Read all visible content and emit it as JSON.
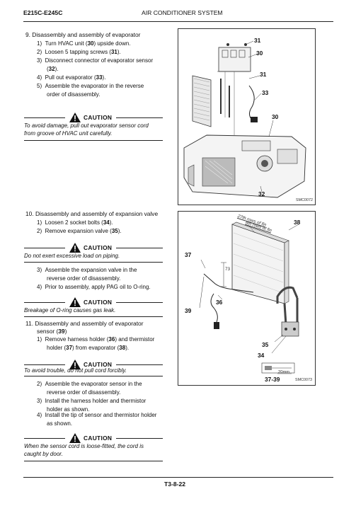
{
  "header": {
    "model": "E215C-E245C",
    "section": "AIR CONDITIONER SYSTEM"
  },
  "step9": {
    "title": "9.   Disassembly and assembly of evaporator",
    "subs": [
      [
        "1)",
        "Turn HVAC unit (",
        "30",
        ") upside down."
      ],
      [
        "2)",
        "Loosen 5 tapping screws (",
        "31",
        ")."
      ],
      [
        "3)",
        "Disconnect connector of evaporator sensor",
        "",
        ""
      ],
      [
        "4)",
        "Pull out evaporator (",
        "33",
        ")."
      ],
      [
        "5)",
        "Assemble the evaporator in the reverse",
        "",
        ""
      ]
    ],
    "sub3_cont": [
      "(",
      "32",
      ")."
    ],
    "sub5_cont": "order of disassembly.",
    "caution_label": "CAUTION",
    "caution_text": [
      "To avoid damage, pull out evaporator sensor cord",
      "from groove of HVAC unit carefully."
    ]
  },
  "step10": {
    "title": "10.  Disassembly and assembly of expansion valve",
    "sub1": [
      "1)",
      "Loosen 2 socket bolts (",
      "34",
      ")."
    ],
    "sub2": [
      "2)",
      "Remove expansion valve (",
      "35",
      ")."
    ],
    "caution1_label": "CAUTION",
    "caution1_text": "Do not exert excessive load on piping.",
    "sub3": [
      "3)",
      "Assemble the expansion valve in the",
      "reverse order of disassembly."
    ],
    "sub4": [
      "4)",
      "Prior to assembly, apply PAG oil to O-ring."
    ],
    "caution2_label": "CAUTION",
    "caution2_text": "Breakage of O-ring causes gas leak."
  },
  "step11": {
    "title": [
      "11.  Disassembly and assembly of evaporator",
      "sensor (",
      "39",
      ")"
    ],
    "sub1": [
      "1)",
      "Remove harness holder (",
      "36",
      ") and thermistor",
      "holder (",
      "37",
      ") from evaporator (",
      "38",
      ")."
    ],
    "caution1_label": "CAUTION",
    "caution1_text": "To avoid trouble, do not pull cord forcibly.",
    "sub2": [
      "2)",
      "Assemble the evaporator sensor in the",
      "reverse order of disassembly."
    ],
    "sub3": [
      "3)",
      "Install the harness holder and thermistor",
      "holder as shown."
    ],
    "sub4": [
      "4)",
      "Install the tip of sensor and thermistor holder",
      "as shown."
    ],
    "caution2_label": "CAUTION",
    "caution2_text": [
      "When the sensor cord is loose-fitted, the cord is",
      "caught by door."
    ]
  },
  "figure1": {
    "callouts": [
      "31",
      "30",
      "31",
      "33",
      "30",
      "32"
    ],
    "code": "SMC0072"
  },
  "figure2": {
    "fin_top": "27th rows of fin",
    "fin_bottom": "8th rows of fin",
    "dim": "73",
    "dim_small": "20mm",
    "callouts": [
      "38",
      "37",
      "36",
      "39",
      "35",
      "34",
      "37-39"
    ],
    "code": "SMC0073"
  },
  "footer": {
    "page": "T3-8-22"
  },
  "colors": {
    "text": "#111111",
    "rule": "#222222",
    "figure_line": "#333333"
  }
}
